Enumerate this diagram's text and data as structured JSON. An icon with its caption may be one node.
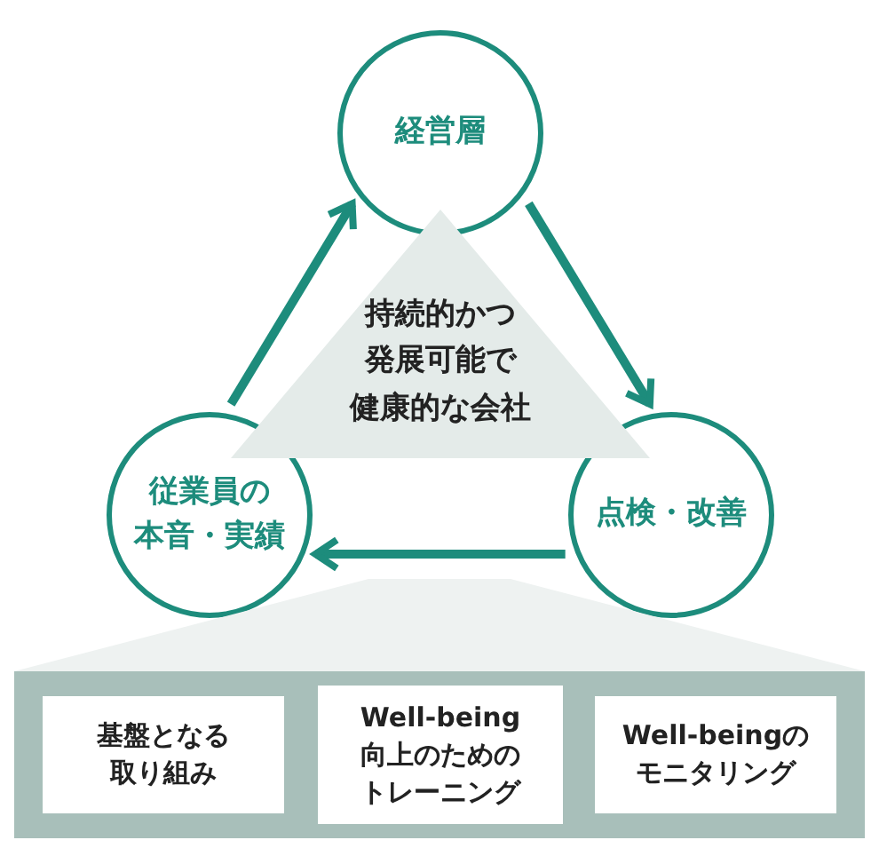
{
  "diagram": {
    "nodes": [
      {
        "text": [
          "経営層"
        ]
      },
      {
        "text": [
          "点検・改善"
        ]
      },
      {
        "text": [
          "従業員の本音・実績"
        ]
      },
      {
        "text": [
          "持続的かつ発展可能で健康的な会社"
        ]
      },
      {
        "text": [],
        "shape": "box"
      },
      {
        "text": [
          "基盤となる取り組み"
        ],
        "in": 4
      },
      {
        "text": [
          "Well-being向上のためのトレーニング"
        ],
        "in": 4
      },
      {
        "text": [
          "Well-beingのモニタリング"
        ],
        "in": 4
      }
    ],
    "edges": [
      {
        "from": 2,
        "to": 0,
        "arrow": "to"
      },
      {
        "from": 0,
        "to": 1,
        "arrow": "to"
      },
      {
        "from": 1,
        "to": 2,
        "arrow": "to"
      }
    ]
  }
}
